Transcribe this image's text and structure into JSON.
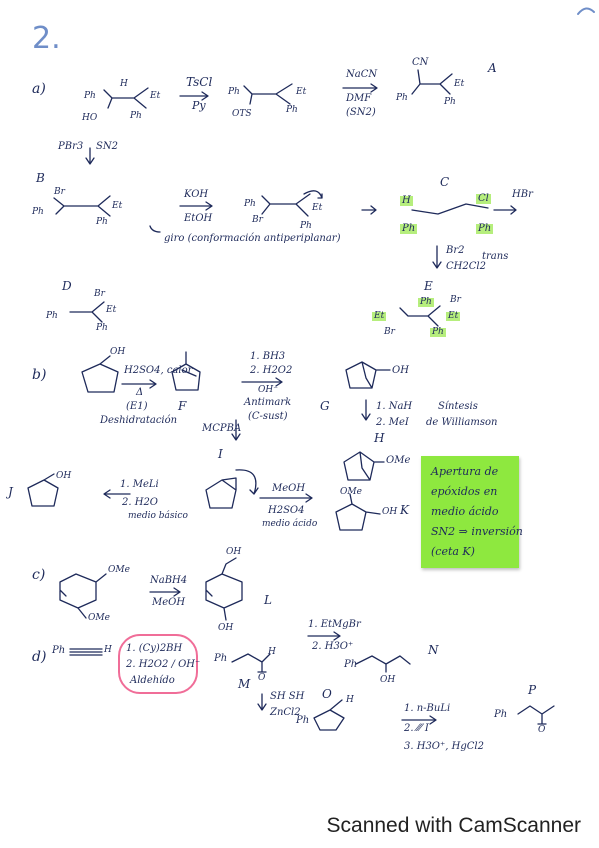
{
  "page": {
    "number": "2.",
    "footer": "Scanned with CamScanner"
  },
  "a": {
    "label": "a)",
    "reagent_1": "TsCl",
    "reagent_1b": "Py",
    "reagent_2": "NaCN",
    "reagent_2b": "DMF",
    "reagent_2c": "(SN2)",
    "sub_ph": "Ph",
    "sub_h": "H",
    "sub_et": "Et",
    "sub_ho": "HO",
    "sub_ots": "OTS",
    "sub_cn": "CN",
    "product": "A",
    "down_reagent": "PBr3",
    "down_note": "SN2"
  },
  "b_block": {
    "label_B": "B",
    "label_C": "C",
    "label_D": "D",
    "label_E": "E",
    "reagent": "KOH",
    "reagent_b": "EtOH",
    "note": "giro (conformación antiperiplanar)",
    "c_h": "H",
    "c_cl": "Cl",
    "c_ph": "Ph",
    "c_ph2": "Ph",
    "c_hbr": "HBr",
    "e_reagent": "Br2",
    "e_reagent_b": "CH2Cl2",
    "e_note": "trans",
    "br": "Br",
    "et": "Et",
    "ph": "Ph"
  },
  "b": {
    "label": "b)",
    "oh": "OH",
    "r1": "H2SO4, calor",
    "r1b": "Δ",
    "r1c": "(E1)",
    "r1d": "Deshidratación",
    "label_F": "F",
    "r2": "1. BH3",
    "r2b": "2. H2O2",
    "r2c": "OH⁻",
    "r2d": "Antimark",
    "r2e": "(C-sust)",
    "label_G": "G",
    "r3": "1. NaH",
    "r3b": "2. MeI",
    "r3c": "Síntesis",
    "r3d": "de Williamson",
    "label_H": "H",
    "ome": "OMe",
    "r4": "MCPBA",
    "label_I": "I",
    "label_J": "J",
    "r5": "1. MeLi",
    "r5b": "2. H2O",
    "r5c": "medio básico",
    "r6": "MeOH",
    "r6b": "H2SO4",
    "r6c": "medio ácido",
    "label_K": "K"
  },
  "sticky": {
    "l1": "Apertura de",
    "l2": "epóxidos en",
    "l3": "medio ácido",
    "l4": "SN2 ⇒ inversión",
    "l5": "(ceta K)"
  },
  "c": {
    "label": "c)",
    "ome": "OMe",
    "r": "NaBH4",
    "rb": "MeOH",
    "oh": "OH",
    "label_L": "L"
  },
  "d": {
    "label": "d)",
    "ph": "Ph",
    "h": "H",
    "r1": "1. (Cy)2BH",
    "r1b": "2. H2O2 / OH⁻",
    "r1c": "Aldehído",
    "label_M": "M",
    "o": "O",
    "r2": "1. EtMgBr",
    "r2b": "2. H3O⁺",
    "label_N": "N",
    "oh": "OH",
    "r3": "SH   SH",
    "r3b": "ZnCl2",
    "label_O": "O",
    "r4": "1. n-BuLi",
    "r4b": "2. ⁄⁄⁄ I",
    "r4c": "3. H3O⁺, HgCl2",
    "label_P": "P"
  },
  "colors": {
    "ink": "#1e2a5a",
    "highlight": "#b6ee7d",
    "sticky": "#8ee83f",
    "pink": "#f06d98"
  }
}
